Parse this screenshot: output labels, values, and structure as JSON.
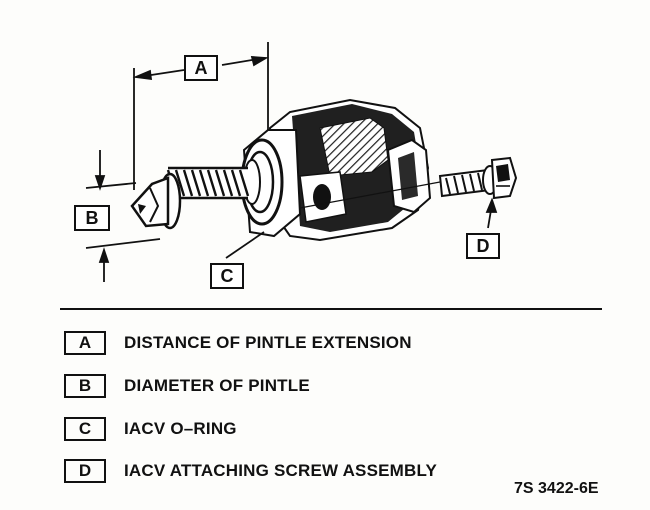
{
  "callouts": {
    "a": "A",
    "b": "B",
    "c": "C",
    "d": "D"
  },
  "legend": [
    {
      "letter": "A",
      "text": "DISTANCE OF PINTLE EXTENSION"
    },
    {
      "letter": "B",
      "text": "DIAMETER OF PINTLE"
    },
    {
      "letter": "C",
      "text": "IACV O–RING"
    },
    {
      "letter": "D",
      "text": "IACV ATTACHING SCREW ASSEMBLY"
    }
  ],
  "figure_id": "7S 3422-6E"
}
